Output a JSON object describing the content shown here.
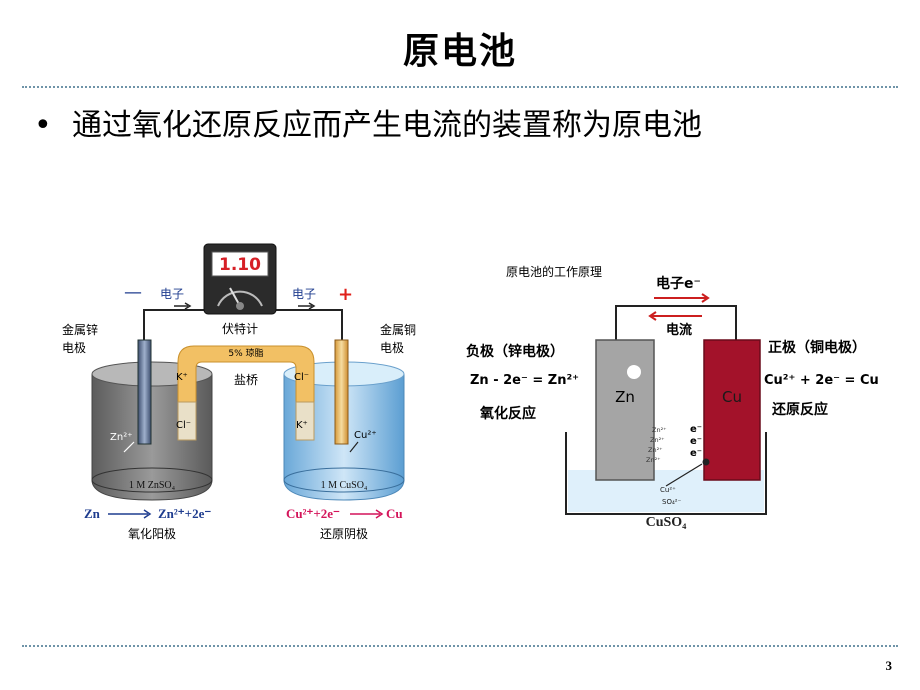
{
  "title": "原电池",
  "bullet": {
    "symbol": "•",
    "text": "通过氧化还原反应而产生电流的装置称为原电池"
  },
  "page_number": "3",
  "left_figure": {
    "meter_reading": "1.10",
    "meter_label": "伏特计",
    "minus_sign": "—",
    "plus_sign": "+",
    "electron_left": "电子",
    "electron_right": "电子",
    "zinc_electrode_line1": "金属锌",
    "zinc_electrode_line2": "电极",
    "copper_electrode_line1": "金属铜",
    "copper_electrode_line2": "电极",
    "salt_bridge_content": "5% 琼脂",
    "salt_bridge_label": "盐桥",
    "k_left": "K⁺",
    "cl_left": "Cl⁻",
    "cl_right": "Cl⁻",
    "k_right": "K⁺",
    "cl_left_bottom": "Cl⁻",
    "zn_ion": "Zn²⁺",
    "cu_ion": "Cu²⁺",
    "left_solution": "1 M ZnSO₄",
    "right_solution": "1 M CuSO₄",
    "left_eq_reactant": "Zn",
    "left_eq_product": "Zn²⁺+2e⁻",
    "left_eq_label": "氧化阳极",
    "right_eq_reactant": "Cu²⁺+2e⁻",
    "right_eq_product": "Cu",
    "right_eq_label": "还原阴极",
    "colors": {
      "blue_text": "#1f3d8f",
      "pink_text": "#d4145a",
      "plus_red": "#e0201b",
      "bridge": "#f2c064"
    }
  },
  "right_figure": {
    "caption": "原电池的工作原理",
    "electron_label": "电子e⁻",
    "current_label": "电流",
    "negative_title": "负极（锌电极）",
    "negative_eq": "Zn - 2e⁻ = Zn²⁺",
    "negative_reaction": "氧化反应",
    "positive_title": "正极（铜电极）",
    "positive_eq": "Cu²⁺ + 2e⁻ = Cu",
    "positive_reaction": "还原反应",
    "zn_label": "Zn",
    "cu_label": "Cu",
    "electrons": [
      "e⁻",
      "e⁻",
      "e⁻"
    ],
    "zn_ions": [
      "Zn²⁺",
      "Zn²⁺",
      "Zn²⁺",
      "Zn²⁺"
    ],
    "cu_ion": "Cu²⁺",
    "so4_ion": "SO₄²⁻",
    "solution": "CuSO₄",
    "colors": {
      "zn_plate": "#a5a5a5",
      "cu_plate": "#a3122a",
      "electrolyte": "#dff0fb",
      "arrow_red": "#cc1f1f"
    }
  }
}
